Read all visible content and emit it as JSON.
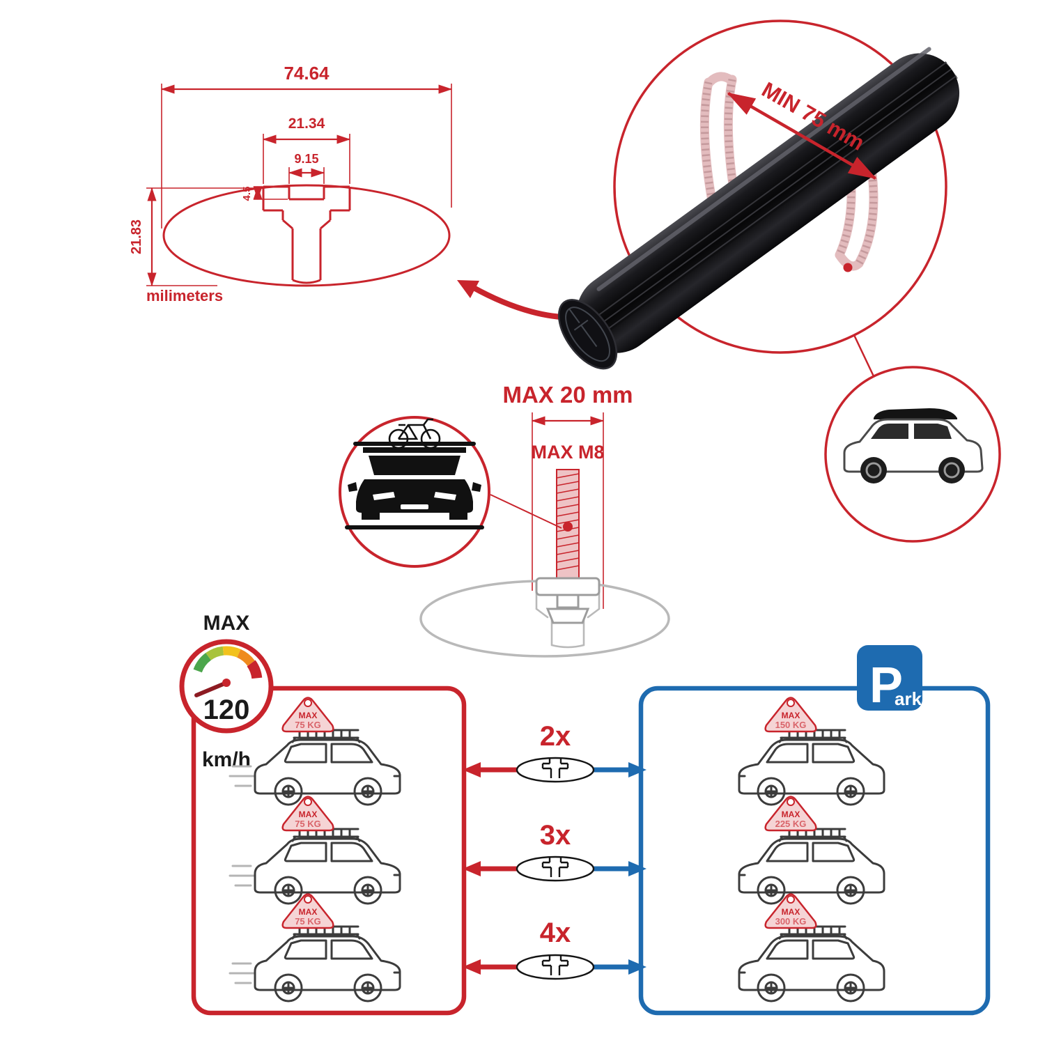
{
  "colors": {
    "accent_red": "#c8242c",
    "accent_blue": "#1e6bb0",
    "tag_pink": "#f5d4d5",
    "outline_gray": "#b9b9b9",
    "bar_black": "#0a0a0c"
  },
  "dimension_drawing": {
    "total_width": "74.64",
    "outer_slot_width": "21.34",
    "inner_slot_width": "9.15",
    "slot_depth": "4.5",
    "bar_height": "21.83",
    "unit_label": "milimeters"
  },
  "crossbar_view": {
    "min_clearance_label": "MIN 75 mm"
  },
  "bolt_view": {
    "max_length_label": "MAX 20 mm",
    "max_thread_label": "MAX M8"
  },
  "speed_gauge": {
    "title": "MAX",
    "value": "120",
    "unit": "km/h"
  },
  "park_sign": {
    "big_letter": "P",
    "small_letters": "ark"
  },
  "multipliers": [
    "2x",
    "3x",
    "4x"
  ],
  "left_cars": [
    {
      "max": "MAX",
      "kg": "75 KG"
    },
    {
      "max": "MAX",
      "kg": "75 KG"
    },
    {
      "max": "MAX",
      "kg": "75 KG"
    }
  ],
  "right_cars": [
    {
      "max": "MAX",
      "kg": "150 KG"
    },
    {
      "max": "MAX",
      "kg": "225 KG"
    },
    {
      "max": "MAX",
      "kg": "300 KG"
    }
  ],
  "icons": {
    "speedometer": "speed-gauge-icon",
    "parking": "parking-sign-icon",
    "bicycle": "bicycle-icon",
    "car_front": "car-front-icon",
    "suv_roofbox": "suv-roofbox-icon",
    "crossbar_section": "crossbar-cross-section-icon"
  }
}
